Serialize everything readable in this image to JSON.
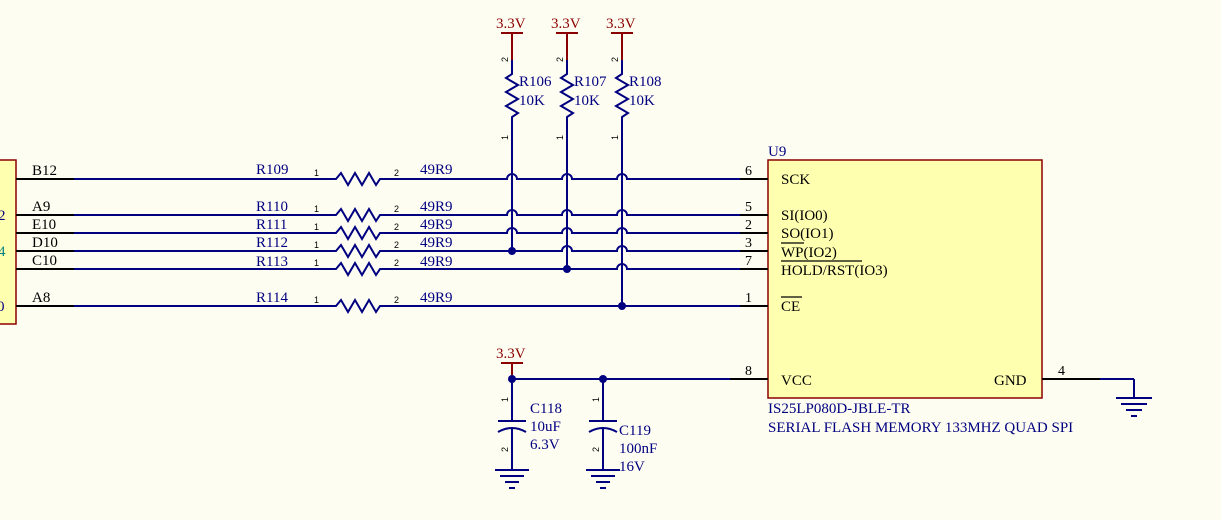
{
  "power_label": "3.3V",
  "left_connector_pins": [
    "B12",
    "A9",
    "E10",
    "D10",
    "C10",
    "A8"
  ],
  "left_edge_fragments": [
    "2",
    "4",
    "0"
  ],
  "series_resistors": [
    {
      "ref": "R109",
      "value": "49R9"
    },
    {
      "ref": "R110",
      "value": "49R9"
    },
    {
      "ref": "R111",
      "value": "49R9"
    },
    {
      "ref": "R112",
      "value": "49R9"
    },
    {
      "ref": "R113",
      "value": "49R9"
    },
    {
      "ref": "R114",
      "value": "49R9"
    }
  ],
  "resistor_pin_numbers": [
    "1",
    "2"
  ],
  "pullup_resistors": [
    {
      "ref": "R106",
      "value": "10K"
    },
    {
      "ref": "R107",
      "value": "10K"
    },
    {
      "ref": "R108",
      "value": "10K"
    }
  ],
  "ic": {
    "designator": "U9",
    "part_number": "IS25LP080D-JBLE-TR",
    "description": "SERIAL FLASH MEMORY 133MHZ QUAD SPI",
    "pins": [
      {
        "number": "6",
        "name": "SCK"
      },
      {
        "number": "5",
        "name": "SI(IO0)"
      },
      {
        "number": "2",
        "name": "SO(IO1)"
      },
      {
        "number": "3",
        "name": "WP(IO2)"
      },
      {
        "number": "7",
        "name": "HOLD/RST(IO3)"
      },
      {
        "number": "1",
        "name": "CE"
      },
      {
        "number": "8",
        "name": "VCC"
      },
      {
        "number": "4",
        "name": "GND"
      }
    ]
  },
  "capacitors": [
    {
      "ref": "C118",
      "value": "10uF",
      "voltage": "6.3V"
    },
    {
      "ref": "C119",
      "value": "100nF",
      "voltage": "16V"
    }
  ],
  "colors": {
    "wire": "#000080",
    "power": "#8B0000",
    "ic_fill": "#FFFFB0",
    "ic_border": "#8B0000",
    "background": "#FEFDF2"
  }
}
